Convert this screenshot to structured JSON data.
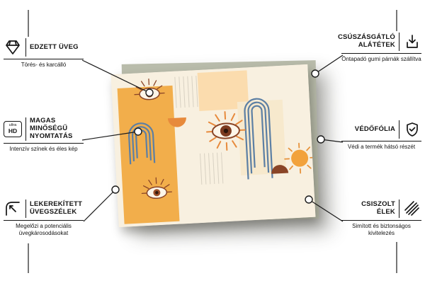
{
  "features": {
    "left": [
      {
        "title": "EDZETT ÜVEG",
        "subtitle": "Törés- és karcálló",
        "icon": "diamond"
      },
      {
        "title": "MAGAS MINŐSÉGŰ NYOMTATÁS",
        "subtitle": "Intenzív színek és éles kép",
        "icon": "ultra-hd"
      },
      {
        "title": "LEKEREKÍTETT ÜVEGSZÉLEK",
        "subtitle": "Megelőzi a potenciális üvegkárosodásokat",
        "icon": "rounded-corner"
      }
    ],
    "right": [
      {
        "title": "CSÚSZÁSGÁTLÓ ALÁTÉTEK",
        "subtitle": "Öntapadó gumi párnák szállítva",
        "icon": "anti-slip-pads"
      },
      {
        "title": "VÉDŐFÓLIA",
        "subtitle": "Védi a termék hátsó részét",
        "icon": "shield-check"
      },
      {
        "title": "CSISZOLT ÉLEK",
        "subtitle": "Simított és biztonságos kivitelezés",
        "icon": "polished-edges"
      }
    ]
  },
  "icons": {
    "ultra_hd_small": "ultra",
    "ultra_hd_big": "HD"
  },
  "colors": {
    "board_bg": "#f8f0e0",
    "amber": "#f2ae4b",
    "peach": "#fbdcae",
    "pale": "#f7e9cd",
    "orange": "#e78a3c",
    "sun": "#f2a23c",
    "brown": "#8a4527",
    "blue": "#5c7fa4",
    "line": "#1a1a1a",
    "backing": "#b9bcab"
  }
}
